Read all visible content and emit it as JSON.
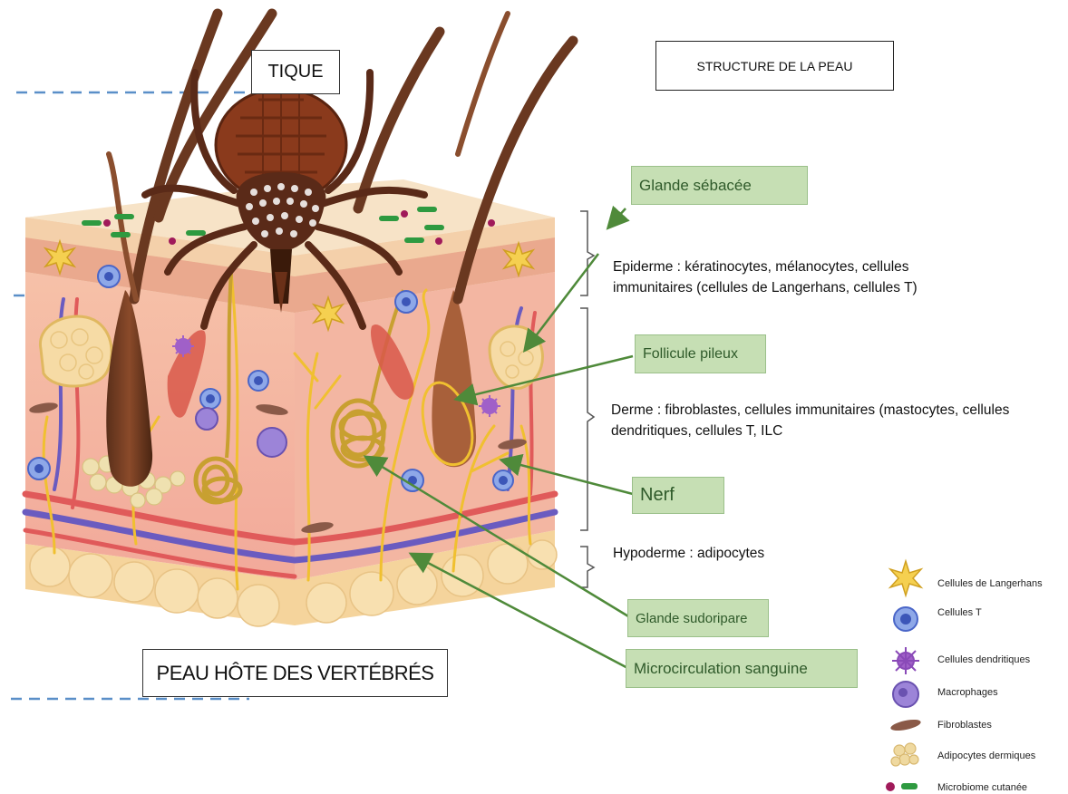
{
  "title": "STRUCTURE DE LA PEAU",
  "tick_label": "TIQUE",
  "host_label": "PEAU HÔTE DES VERTÉBRÉS",
  "callouts": {
    "sebaceous_gland": "Glande sébacée",
    "hair_follicle": "Follicule pileux",
    "nerve": "Nerf",
    "sweat_gland": "Glande sudoripare",
    "microcirculation": "Microcirculation sanguine"
  },
  "layers": {
    "epidermis": "Epiderme : kératinocytes, mélanocytes, cellules immunitaires (cellules de Langerhans, cellules T)",
    "dermis": "Derme : fibroblastes, cellules immunitaires (mastocytes, cellules dendritiques, cellules T, ILC",
    "hypodermis": "Hypoderme : adipocytes"
  },
  "legend": [
    {
      "icon": "langerhans-cell-icon",
      "label": "Cellules de Langerhans"
    },
    {
      "icon": "t-cell-icon",
      "label": "Cellules T"
    },
    {
      "icon": "dendritic-cell-icon",
      "label": "Cellules dendritiques"
    },
    {
      "icon": "macrophage-icon",
      "label": "Macrophages"
    },
    {
      "icon": "fibroblast-icon",
      "label": "Fibroblastes"
    },
    {
      "icon": "adipocyte-icon",
      "label": "Adipocytes dermiques"
    },
    {
      "icon": "microbiome-icon",
      "label": "Microbiome cutanée"
    }
  ],
  "colors": {
    "callout_fill": "#c6dfb4",
    "callout_text": "#2f5a2a",
    "arrow": "#4f8a3a",
    "dashed_line": "#5a8fc8"
  }
}
